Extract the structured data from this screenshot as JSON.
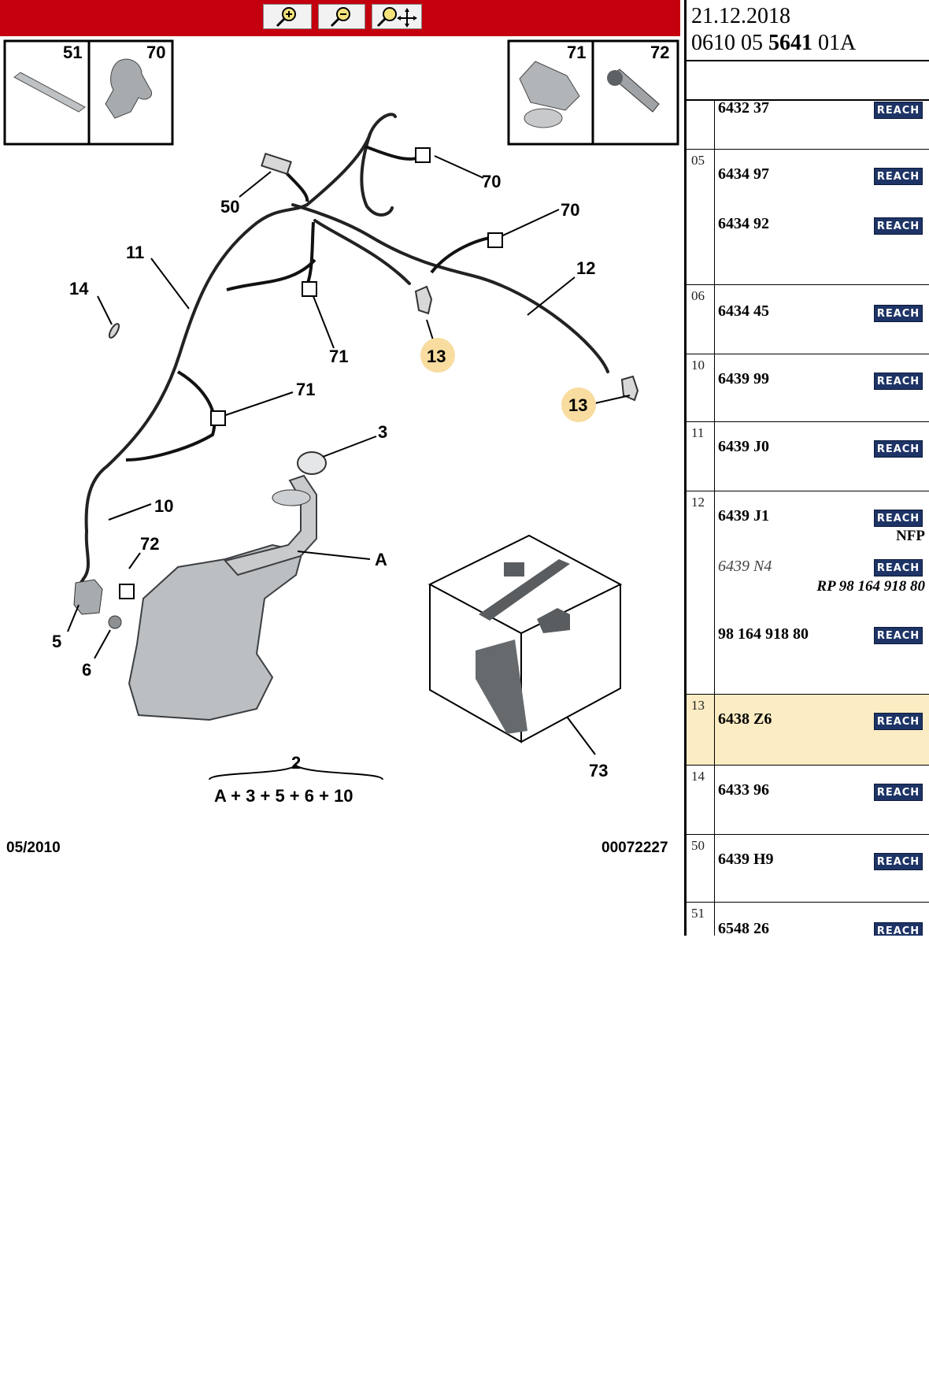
{
  "toolbar": {
    "buttons": [
      {
        "name": "zoom-in",
        "icon": "magnifier-plus-icon"
      },
      {
        "name": "zoom-out",
        "icon": "magnifier-minus-icon"
      },
      {
        "name": "pan",
        "icon": "magnifier-move-icon"
      }
    ]
  },
  "diagram": {
    "callouts": {
      "c51": "51",
      "c70a": "70",
      "c71a": "71",
      "c72a": "72",
      "c50": "50",
      "c70b": "70",
      "c70c": "70",
      "c11": "11",
      "c12": "12",
      "c14": "14",
      "c71b": "71",
      "c13a": "13",
      "c71c": "71",
      "c13b": "13",
      "c3": "3",
      "c10": "10",
      "c72b": "72",
      "cA": "A",
      "c5": "5",
      "c6": "6",
      "c73": "73",
      "c2": "2"
    },
    "formula": "A + 3 + 5 + 6 + 10",
    "date_code": "05/2010",
    "image_code": "00072227",
    "highlight_color": "#f8dca0"
  },
  "panel": {
    "date": "21.12.2018",
    "ref_prefix": "0610 05 ",
    "ref_bold": "5641",
    "ref_suffix": " 01A",
    "reach_label": "REACH",
    "rows": [
      {
        "idx": "",
        "part": "6432 37"
      },
      {
        "idx": "05",
        "part": "6434 97",
        "part2": "6434 92"
      },
      {
        "idx": "06",
        "part": "6434 45"
      },
      {
        "idx": "10",
        "part": "6439 99"
      },
      {
        "idx": "11",
        "part": "6439 J0"
      },
      {
        "idx": "12",
        "part": "6439 J1",
        "note": "NFP",
        "part2": "6439 N4",
        "note2": "RP 98 164 918 80",
        "part3": "98 164 918 80"
      },
      {
        "idx": "13",
        "part": "6438 Z6"
      },
      {
        "idx": "14",
        "part": "6433 96"
      },
      {
        "idx": "50",
        "part": "6439 H9"
      },
      {
        "idx": "51",
        "part": "6548 26"
      }
    ],
    "highlight_color": "#fcecc4",
    "reach_color": "#1e3466"
  }
}
